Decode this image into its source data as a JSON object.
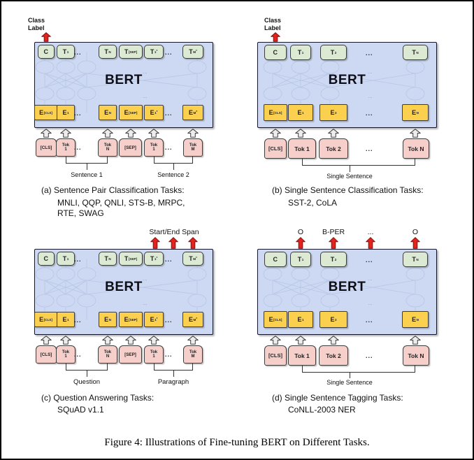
{
  "figure_caption": "Figure 4: Illustrations of Fine-tuning BERT on Different Tasks.",
  "colors": {
    "bert_background": "#cdd9f3",
    "output_green": "#dcead3",
    "embedding_yellow": "#fcd04f",
    "token_pink": "#f6cfcb",
    "arrow_red": "#e2231e"
  },
  "panels": {
    "a": {
      "cls1": "Class",
      "cls2": "Label",
      "bert": "BERT",
      "dots": "...",
      "out": [
        {
          "m": "C"
        },
        {
          "m": "T",
          "s": "1"
        },
        {
          "m": "T",
          "s": "N"
        },
        {
          "m": "T",
          "s": "[SEP]"
        },
        {
          "m": "T",
          "s": "1",
          "p": "'"
        },
        {
          "m": "T",
          "s": "M",
          "p": "'"
        }
      ],
      "emb": [
        {
          "m": "E",
          "s": "[CLS]"
        },
        {
          "m": "E",
          "s": "1"
        },
        {
          "m": "E",
          "s": "N"
        },
        {
          "m": "E",
          "s": "[SEP]"
        },
        {
          "m": "E",
          "s": "1",
          "p": "'"
        },
        {
          "m": "E",
          "s": "M",
          "p": "'"
        }
      ],
      "tok": [
        {
          "a": "[CLS]"
        },
        {
          "a": "Tok",
          "b": "1"
        },
        {
          "a": "Tok",
          "b": "N"
        },
        {
          "a": "[SEP]"
        },
        {
          "a": "Tok",
          "b": "1"
        },
        {
          "a": "Tok",
          "b": "M"
        }
      ],
      "br1": "Sentence 1",
      "br2": "Sentence 2",
      "cap1": "(a) Sentence Pair Classification Tasks:",
      "cap2": "MNLI, QQP, QNLI, STS-B, MRPC,",
      "cap3": "RTE, SWAG"
    },
    "b": {
      "cls1": "Class",
      "cls2": "Label",
      "bert": "BERT",
      "dots": "...",
      "out": [
        {
          "m": "C"
        },
        {
          "m": "T",
          "s": "1"
        },
        {
          "m": "T",
          "s": "2"
        },
        {
          "m": "T",
          "s": "N"
        }
      ],
      "emb": [
        {
          "m": "E",
          "s": "[CLS]"
        },
        {
          "m": "E",
          "s": "1"
        },
        {
          "m": "E",
          "s": "2"
        },
        {
          "m": "E",
          "s": "N"
        }
      ],
      "tok": [
        {
          "a": "[CLS]"
        },
        {
          "a": "Tok 1"
        },
        {
          "a": "Tok 2"
        },
        {
          "a": "Tok N"
        }
      ],
      "br": "Single Sentence",
      "cap1": "(b) Single Sentence Classification Tasks:",
      "cap2": "SST-2, CoLA"
    },
    "c": {
      "top": "Start/End Span",
      "bert": "BERT",
      "dots": "...",
      "out": [
        {
          "m": "C"
        },
        {
          "m": "T",
          "s": "1"
        },
        {
          "m": "T",
          "s": "N"
        },
        {
          "m": "T",
          "s": "[SEP]"
        },
        {
          "m": "T",
          "s": "1",
          "p": "'"
        },
        {
          "m": "T",
          "s": "M",
          "p": "'"
        }
      ],
      "emb": [
        {
          "m": "E",
          "s": "[CLS]"
        },
        {
          "m": "E",
          "s": "1"
        },
        {
          "m": "E",
          "s": "N"
        },
        {
          "m": "E",
          "s": "[SEP]"
        },
        {
          "m": "E",
          "s": "1",
          "p": "'"
        },
        {
          "m": "E",
          "s": "M",
          "p": "'"
        }
      ],
      "tok": [
        {
          "a": "[CLS]"
        },
        {
          "a": "Tok",
          "b": "1"
        },
        {
          "a": "Tok",
          "b": "N"
        },
        {
          "a": "[SEP]"
        },
        {
          "a": "Tok",
          "b": "1"
        },
        {
          "a": "Tok",
          "b": "M"
        }
      ],
      "br1": "Question",
      "br2": "Paragraph",
      "cap1": "(c) Question Answering Tasks:",
      "cap2": "SQuAD v1.1"
    },
    "d": {
      "tags": [
        "O",
        "B-PER",
        "...",
        "O"
      ],
      "bert": "BERT",
      "dots": "...",
      "out": [
        {
          "m": "C"
        },
        {
          "m": "T",
          "s": "1"
        },
        {
          "m": "T",
          "s": "2"
        },
        {
          "m": "T",
          "s": "N"
        }
      ],
      "emb": [
        {
          "m": "E",
          "s": "[CLS]"
        },
        {
          "m": "E",
          "s": "1"
        },
        {
          "m": "E",
          "s": "2"
        },
        {
          "m": "E",
          "s": "N"
        }
      ],
      "tok": [
        {
          "a": "[CLS]"
        },
        {
          "a": "Tok 1"
        },
        {
          "a": "Tok 2"
        },
        {
          "a": "Tok N"
        }
      ],
      "br": "Single Sentence",
      "cap1": "(d) Single Sentence Tagging Tasks:",
      "cap2": "CoNLL-2003 NER"
    }
  }
}
